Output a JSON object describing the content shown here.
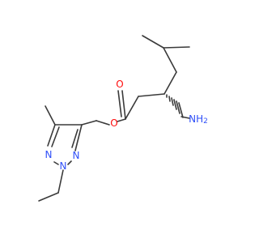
{
  "colors": {
    "carbon_bond": "#3a3a3a",
    "oxygen": "#ff0d0d",
    "nitrogen": "#3050f8"
  },
  "atoms": {
    "o_carbonyl": "O",
    "o_ester": "O",
    "nh2": "NH",
    "nh2_sub": "2",
    "n1": "N",
    "n2": "N",
    "n3": "N"
  }
}
